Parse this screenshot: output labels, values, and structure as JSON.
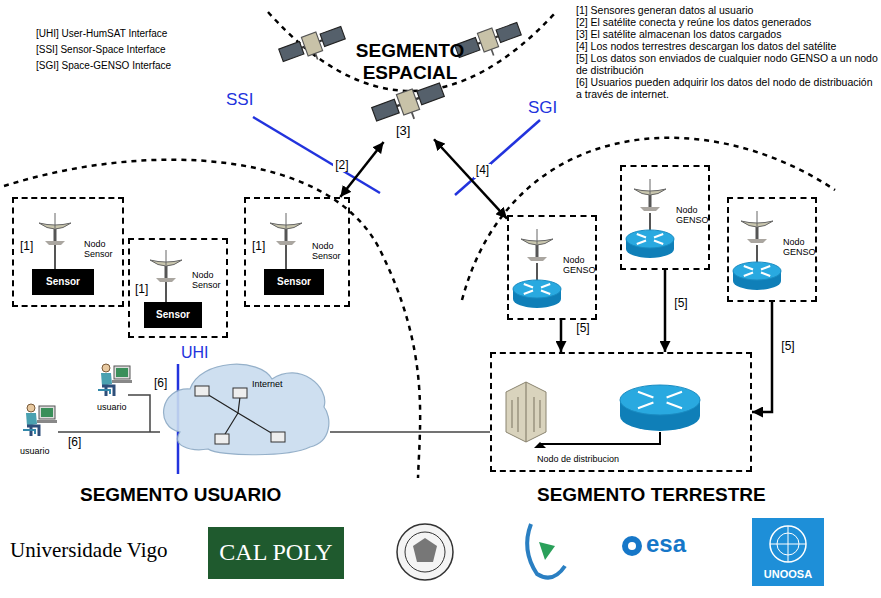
{
  "diagram": {
    "nodes": [
      {
        "text": [
          "[3]"
        ]
      },
      {
        "text": [
          "Nodo Sensor"
        ]
      },
      {
        "text": [
          "Sensor"
        ],
        "in": 1
      },
      {
        "text": [
          "Nodo Sensor"
        ]
      },
      {
        "text": [
          "Sensor"
        ],
        "in": 3
      },
      {
        "text": [
          "Nodo Sensor"
        ]
      },
      {
        "text": [
          "Sensor"
        ],
        "in": 5
      },
      {
        "text": [
          "Nodo GENSO"
        ]
      },
      {
        "text": [
          "Nodo GENSO"
        ]
      },
      {
        "text": [
          "Nodo GENSO"
        ]
      },
      {
        "text": [
          "Nodo de distribucion"
        ]
      },
      {
        "text": [
          "Internet"
        ]
      },
      {
        "text": [
          "CAL POLY"
        ]
      },
      {
        "text": [
          "UNOOSA"
        ]
      }
    ],
    "edges": [
      {
        "from": 0,
        "to": 5,
        "arrow": "both",
        "label": "[2]"
      },
      {
        "from": 0,
        "to": 7,
        "arrow": "both",
        "label": "[4]"
      },
      {
        "from": 7,
        "to": 10,
        "arrow": "to",
        "label": "[5]"
      },
      {
        "from": 8,
        "to": 10,
        "arrow": "to",
        "label": "[5]"
      },
      {
        "from": 9,
        "to": 10,
        "arrow": "to",
        "label": "[5]"
      },
      {
        "from": 11,
        "to": 10,
        "arrow": "none"
      }
    ],
    "labels": [
      "[UHI] User-HumSAT Interface",
      "[SSI] Sensor-Space Interface",
      "[SGI] Space-GENSO Interface",
      "[1] Sensores generan datos al usuario",
      "[2] El satélite conecta y reúne los datos generados",
      "[3] El satélite almacenan los datos cargados",
      "[4] Los nodos terrestres descargan los datos del satélite",
      "[5] Los datos son enviados de cualquier nodo GENSO a un nodo de distribución",
      "[6] Usuarios pueden adquirir los datos del nodo de distribuación a través de internet.",
      "SEGMENTO ESPACIAL",
      "SSI",
      "SGI",
      "UHI",
      "[1]",
      "[1]",
      "[1]",
      "usuario",
      "[6]",
      "usuario",
      "[6]",
      "SEGMENTO USUARIO",
      "SEGMENTO TERRESTRE",
      "Universidade Vigo",
      "esa"
    ]
  }
}
